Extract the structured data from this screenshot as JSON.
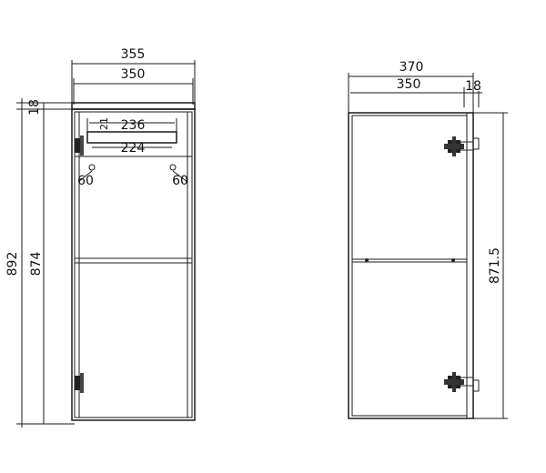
{
  "front_view": {
    "width_outer": "355",
    "width_inner": "350",
    "top_thickness": "18",
    "height_total": "892",
    "height_body": "874",
    "handle_length": "236",
    "handle_holes": "224",
    "handle_height": "21",
    "hinge_offset_left": "60",
    "hinge_offset_right": "60"
  },
  "side_view": {
    "width_outer": "370",
    "width_inner": "350",
    "door_thickness": "18",
    "height": "871.5"
  }
}
